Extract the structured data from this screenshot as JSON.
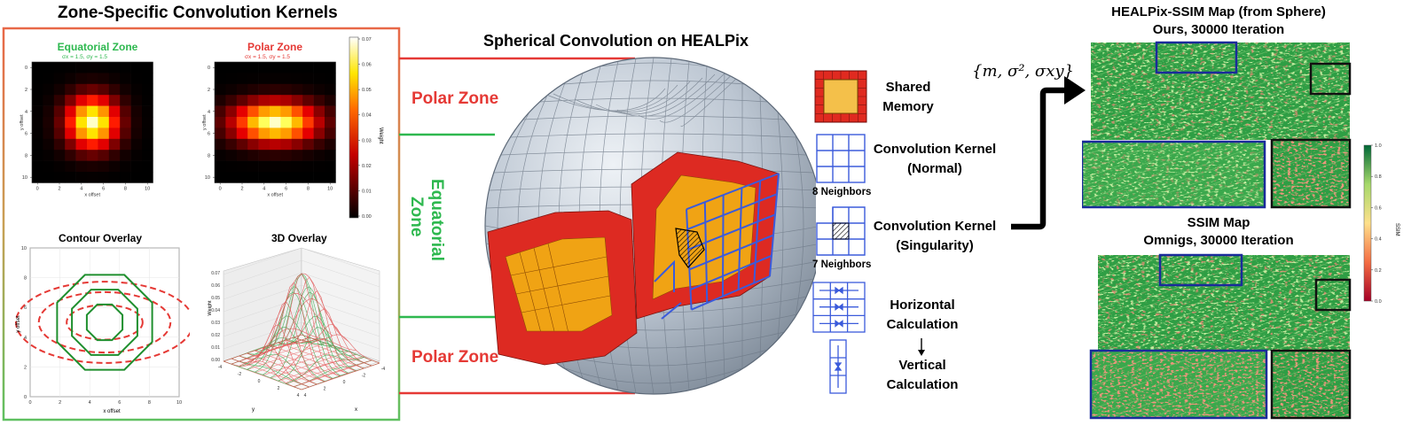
{
  "left_panel": {
    "title": "Zone-Specific Convolution Kernels",
    "equatorial_title": "Equatorial Zone",
    "equatorial_params": "σx = 1.5, σy = 1.5",
    "polar_title": "Polar Zone",
    "polar_params": "σx = 1.5, σy = 1.5",
    "x_offset_label": "x offset",
    "y_offset_label": "y offset",
    "colorbar_label": "Weight",
    "colorbar_ticks": [
      "0.07",
      "0.06",
      "0.05",
      "0.04",
      "0.03",
      "0.02",
      "0.01",
      "0.00"
    ],
    "heat_ticks_x": [
      "0",
      "2",
      "4",
      "6",
      "8",
      "10"
    ],
    "heat_ticks_y": [
      "0",
      "2",
      "4",
      "6",
      "8",
      "10"
    ],
    "contour_title": "Contour Overlay",
    "contour_ticks_x": [
      "0",
      "2",
      "4",
      "6",
      "8",
      "10"
    ],
    "contour_ticks_y": [
      "0",
      "2",
      "4",
      "6",
      "8",
      "10"
    ],
    "overlay3d_title": "3D Overlay",
    "overlay3d_z_ticks": [
      "0.07",
      "0.06",
      "0.05",
      "0.04",
      "0.03",
      "0.02",
      "0.01",
      "0.00"
    ],
    "overlay3d_z_label": "Weight",
    "overlay3d_x_label": "x",
    "overlay3d_y_label": "y",
    "overlay3d_ticks_y": [
      "-4",
      "-2",
      "0",
      "2",
      "4"
    ],
    "overlay3d_ticks_x": [
      "4",
      "2",
      "0",
      "-2",
      "-4"
    ]
  },
  "middle": {
    "title": "Spherical Convolution on HEALPix",
    "polar_top": "Polar Zone",
    "equatorial_line1": "Equatorial",
    "equatorial_line2": "Zone",
    "polar_bottom": "Polar Zone"
  },
  "legend": {
    "shared_line1": "Shared",
    "shared_line2": "Memory",
    "normal_line1": "Convolution Kernel",
    "normal_line2": "(Normal)",
    "normal_neighbors": "8 Neighbors",
    "sing_line1": "Convolution Kernel",
    "sing_line2": "(Singularity)",
    "sing_neighbors": "7 Neighbors",
    "horizontal_line1": "Horizontal",
    "horizontal_line2": "Calculation",
    "vertical_line1": "Vertical",
    "vertical_line2": "Calculation",
    "formula": "{m, σ², σxy}"
  },
  "right_panel": {
    "top_title_line1": "HEALPix-SSIM Map (from Sphere)",
    "top_title_line2": "Ours, 30000 Iteration",
    "bottom_title_line1": "SSIM Map",
    "bottom_title_line2": "Omnigs, 30000 Iteration",
    "colorbar_ticks": [
      "1.0",
      "0.8",
      "0.6",
      "0.4",
      "0.2",
      "0.0"
    ],
    "colorbar_label": "SSIM"
  },
  "colors": {
    "red": "#e53935",
    "green": "#2eb84f",
    "blue_kernel": "#3b5bdb",
    "shared_fill": "#f4c04a",
    "sphere": "#bcc6d2"
  }
}
